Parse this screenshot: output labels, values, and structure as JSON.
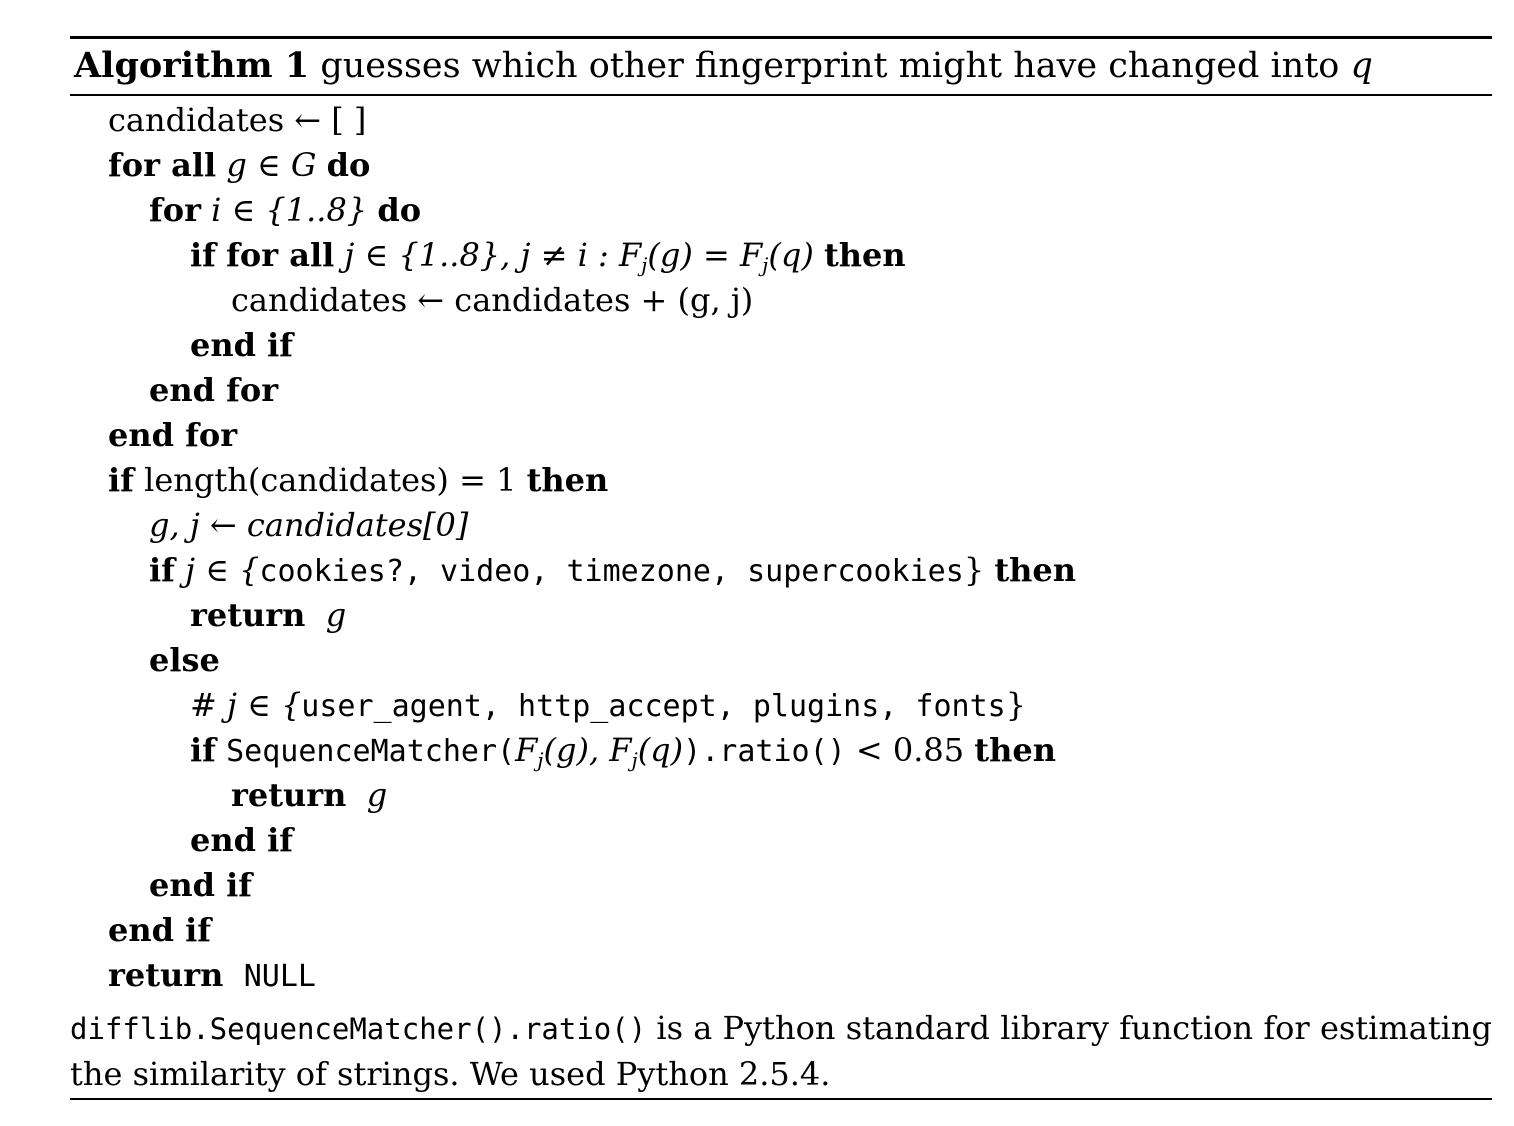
{
  "algorithm": {
    "label": "Algorithm 1",
    "caption_text": "guesses which other fingerprint might have changed into",
    "caption_var": "q",
    "lines": {
      "l1": {
        "text": "candidates ← [ ]"
      },
      "l2": {
        "kw1": "for all",
        "math": "g ∈ G",
        "kw2": "do"
      },
      "l3": {
        "kw1": "for",
        "math": "i ∈ {1..8}",
        "kw2": "do"
      },
      "l4": {
        "kw1": "if",
        "kw2": "for all",
        "math_a": "j ∈ {1..8}, j ≠ i : F",
        "sub_a": "j",
        "math_b": "(g) = F",
        "sub_b": "j",
        "math_c": "(q)",
        "kw3": "then"
      },
      "l5": {
        "text": "candidates ← candidates + (g, j)"
      },
      "l6": {
        "kw": "end if"
      },
      "l7": {
        "kw": "end for"
      },
      "l8": {
        "kw": "end for"
      },
      "l9": {
        "kw1": "if",
        "text": "length(candidates) = 1",
        "kw2": "then"
      },
      "l10": {
        "text": "g, j ← candidates[0]"
      },
      "l11": {
        "kw1": "if",
        "math": "j ∈ {",
        "tt": "cookies?, video, timezone, supercookies",
        "close": "}",
        "kw2": "then"
      },
      "l12": {
        "kw": "return",
        "math": "g"
      },
      "l13": {
        "kw": "else"
      },
      "l14": {
        "prefix": "# j ∈ {",
        "tt": "user_agent, http_accept, plugins, fonts",
        "close": "}"
      },
      "l15": {
        "kw1": "if",
        "tt1": "SequenceMatcher(",
        "math_a": "F",
        "sub_a": "j",
        "math_b": "(g), F",
        "sub_b": "j",
        "math_c": "(q)",
        "tt2": ").ratio()",
        "math_d": " < 0.85",
        "kw2": "then"
      },
      "l16": {
        "kw": "return",
        "math": "g"
      },
      "l17": {
        "kw": "end if"
      },
      "l18": {
        "kw": "end if"
      },
      "l19": {
        "kw": "end if"
      },
      "l20": {
        "kw": "return",
        "tt": "NULL"
      }
    },
    "note": {
      "code": "difflib.SequenceMatcher().ratio()",
      "text": "is a Python standard library function for estimating the similarity of strings. We used Python 2.5.4."
    }
  }
}
